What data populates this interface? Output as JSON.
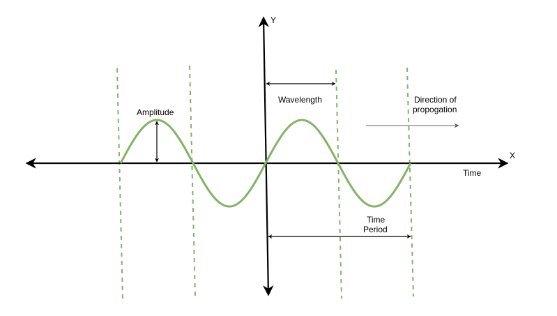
{
  "labels": {
    "y_axis": "Y",
    "x_axis": "X",
    "time": "Time",
    "amplitude": "Amplitude",
    "wavelength": "Wavelength",
    "direction_line1": "Direction of",
    "direction_line2": "propogation",
    "time_period_line1": "Time",
    "time_period_line2": "Period"
  },
  "colors": {
    "wave": "#82b366",
    "axis": "#000000",
    "direction_arrow": "#666666"
  }
}
